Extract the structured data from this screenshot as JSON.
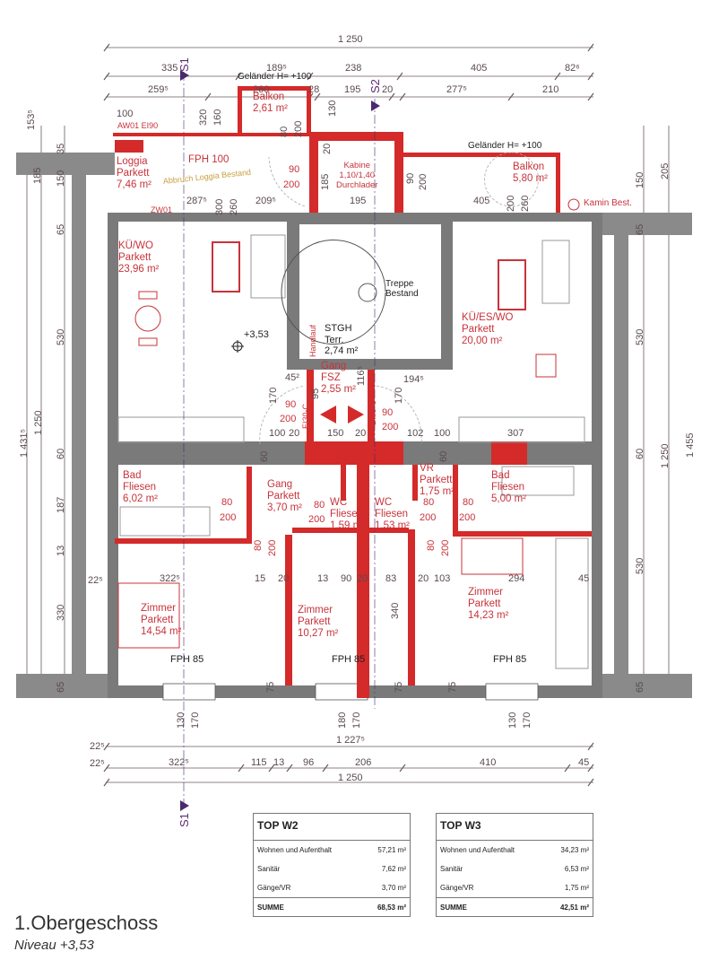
{
  "title": "1.Obergeschoss",
  "subtitle": "Niveau +3,53",
  "colors": {
    "wall": "#7a7a7a",
    "new_wall": "#d42a2a",
    "dimension": "#5a4a4e",
    "furniture": "#e8d890"
  },
  "dims_top": [
    "1 250",
    "335",
    "189⁵",
    "238",
    "405",
    "82⁶",
    "259⁵",
    "260",
    "28",
    "195",
    "20",
    "277⁵",
    "210"
  ],
  "dims_left": [
    "153⁵",
    "35",
    "150",
    "185",
    "65",
    "530",
    "1 431⁵",
    "1 250",
    "60",
    "187",
    "13",
    "330",
    "65",
    "22⁵"
  ],
  "dims_right": [
    "205",
    "150",
    "65",
    "530",
    "1 455",
    "1 250",
    "60",
    "530",
    "65"
  ],
  "dims_bottom": [
    "22⁵",
    "1 227⁵",
    "22⁵",
    "322⁵",
    "115",
    "13",
    "96",
    "206",
    "410",
    "45",
    "1 250",
    "130",
    "170",
    "180",
    "170",
    "130",
    "170"
  ],
  "dims_inner": [
    "100",
    "320",
    "160",
    "80",
    "200",
    "90",
    "200",
    "130",
    "185",
    "20",
    "90",
    "200",
    "287⁵",
    "300",
    "260",
    "209⁵",
    "195",
    "405",
    "200",
    "260",
    "45²",
    "95",
    "116⁵",
    "194⁵",
    "170",
    "170",
    "90",
    "200",
    "90",
    "200",
    "100",
    "20",
    "150",
    "20",
    "102",
    "100",
    "307",
    "80",
    "200",
    "80",
    "200",
    "80",
    "200",
    "80",
    "200",
    "80",
    "200",
    "80",
    "200",
    "20",
    "13",
    "90",
    "20",
    "83",
    "20",
    "103",
    "294",
    "45",
    "322⁵",
    "15",
    "340",
    "75",
    "75",
    "75",
    "60",
    "60"
  ],
  "annotations": {
    "gelaender1": "Geländer H= +100",
    "gelaender2": "Geländer H= +100",
    "aw01": "AW01 EI90",
    "zw01": "ZW01",
    "kamin": "Kamin Best.",
    "abbruch": "Abbruch Loggia Bestand",
    "level": "+3,53",
    "s1_top": "S1",
    "s1_bottom": "S1",
    "s2": "S2",
    "handlauf": "Handlauf",
    "treppe": "Treppe Bestand",
    "ei30a": "EI30-C",
    "ei30b": "EI30-C",
    "ei30c": "EI30-C",
    "fph1": "FPH 85",
    "fph2": "FPH 85",
    "fph3": "FPH 85"
  },
  "rooms": [
    {
      "name": "Loggia",
      "floor": "Parkett",
      "area": "7,46 m²"
    },
    {
      "name": "FPH 100",
      "floor": "",
      "area": ""
    },
    {
      "name": "Balkon",
      "floor": "",
      "area": "2,61 m²"
    },
    {
      "name": "Kabine",
      "floor": "1,10/1,40",
      "area": "Durchlader"
    },
    {
      "name": "Balkon",
      "floor": "",
      "area": "5,80 m²"
    },
    {
      "name": "KÜ/WO",
      "floor": "Parkett",
      "area": "23,96 m²"
    },
    {
      "name": "STGH",
      "floor": "Terr.",
      "area": "2,74 m²"
    },
    {
      "name": "KÜ/ES/WO",
      "floor": "Parkett",
      "area": "20,00 m²"
    },
    {
      "name": "Gang",
      "floor": "FSZ",
      "area": "2,55 m²"
    },
    {
      "name": "Bad",
      "floor": "Fliesen",
      "area": "6,02 m²"
    },
    {
      "name": "Gang",
      "floor": "Parkett",
      "area": "3,70 m²"
    },
    {
      "name": "WC",
      "floor": "Fliesen",
      "area": "1,59 m²"
    },
    {
      "name": "WC",
      "floor": "Fliesen",
      "area": "1,53 m²"
    },
    {
      "name": "VR",
      "floor": "Parkett",
      "area": "1,75 m²"
    },
    {
      "name": "Bad",
      "floor": "Fliesen",
      "area": "5,00 m²"
    },
    {
      "name": "Zimmer",
      "floor": "Parkett",
      "area": "14,54 m²"
    },
    {
      "name": "Zimmer",
      "floor": "Parkett",
      "area": "10,27 m²"
    },
    {
      "name": "Zimmer",
      "floor": "Parkett",
      "area": "14,23 m²"
    }
  ],
  "tables": [
    {
      "title": "TOP W2",
      "rows": [
        {
          "label": "Wohnen und Aufenthalt",
          "value": "57,21 m²"
        },
        {
          "label": "Sanitär",
          "value": "7,62 m²"
        },
        {
          "label": "Gänge/VR",
          "value": "3,70 m²"
        }
      ],
      "sum_label": "SUMME",
      "sum_value": "68,53 m²"
    },
    {
      "title": "TOP W3",
      "rows": [
        {
          "label": "Wohnen und Aufenthalt",
          "value": "34,23 m²"
        },
        {
          "label": "Sanitär",
          "value": "6,53 m²"
        },
        {
          "label": "Gänge/VR",
          "value": "1,75 m²"
        }
      ],
      "sum_label": "SUMME",
      "sum_value": "42,51 m²"
    }
  ]
}
